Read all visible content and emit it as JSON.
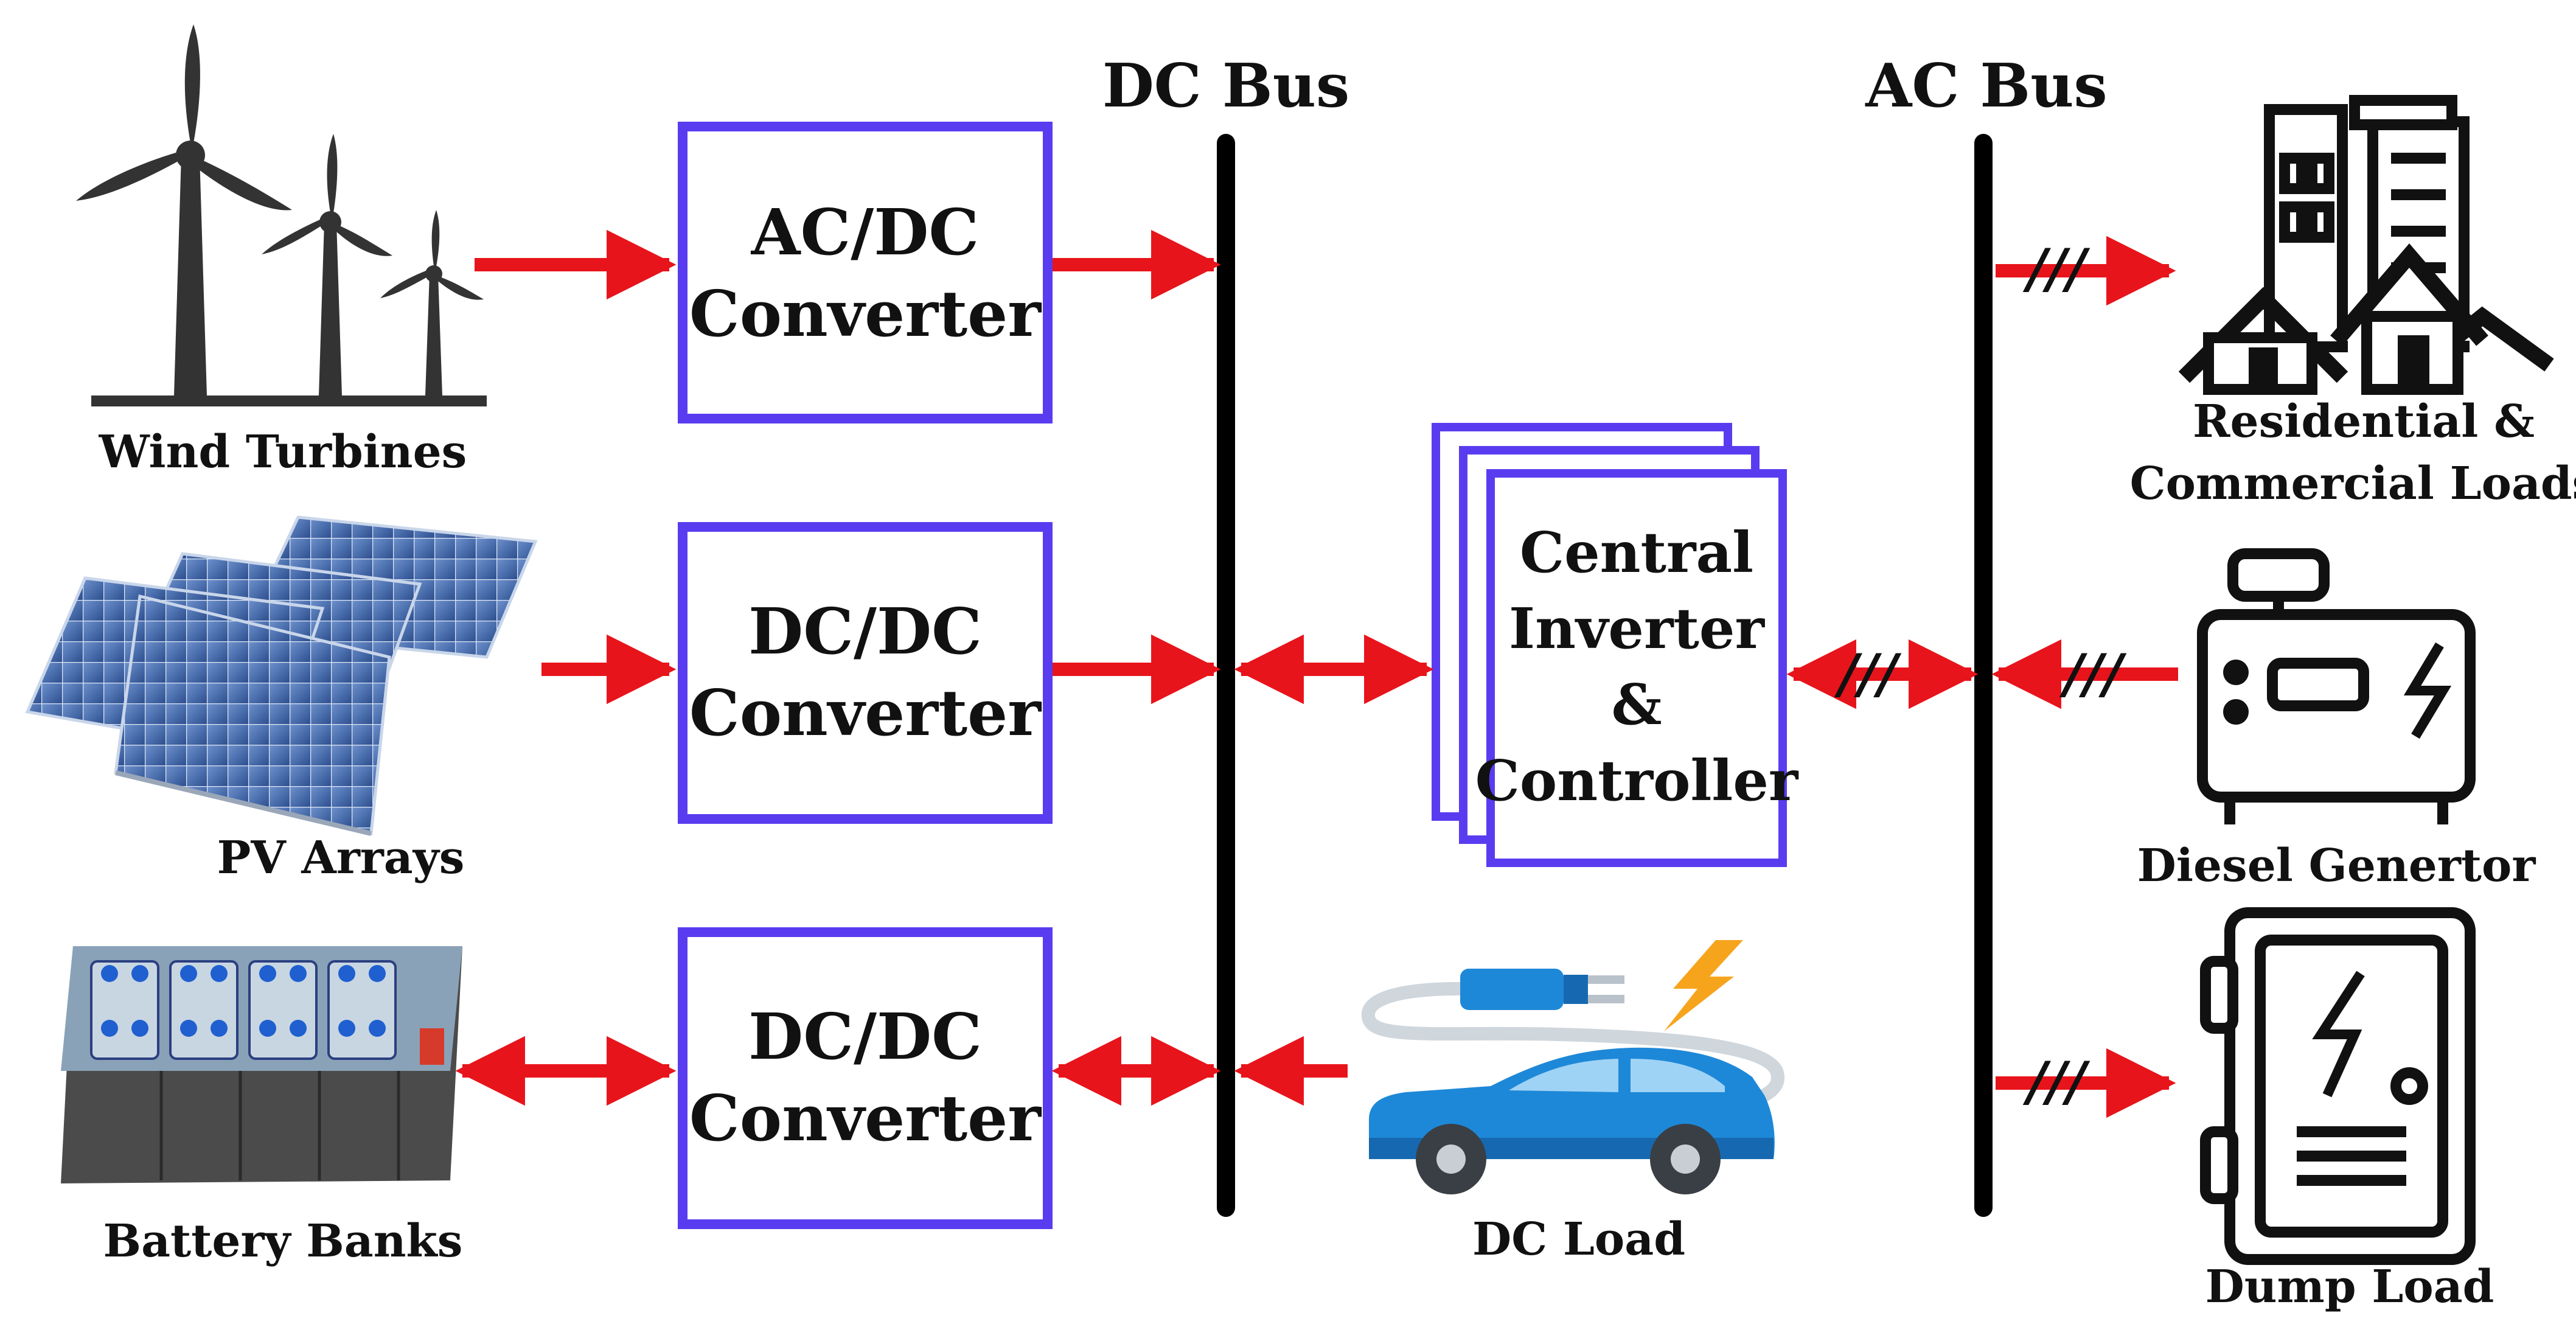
{
  "buses": {
    "dc": "DC Bus",
    "ac": "AC Bus"
  },
  "sources": {
    "wind": "Wind Turbines",
    "pv": "PV Arrays",
    "battery": "Battery Banks"
  },
  "converters": {
    "acdc": {
      "line1": "AC/DC",
      "line2": "Converter"
    },
    "dcdc_pv": {
      "line1": "DC/DC",
      "line2": "Converter"
    },
    "dcdc_batt": {
      "line1": "DC/DC",
      "line2": "Converter"
    }
  },
  "inverter": {
    "line1": "Central",
    "line2": "Inverter",
    "line3": "&",
    "line4": "Controller"
  },
  "loads": {
    "dc_load": "DC Load",
    "res_line1": "Residential &",
    "res_line2": "Commercial Loads",
    "diesel": "Diesel Genertor",
    "dump": "Dump Load"
  },
  "phase_mark": "///",
  "colors": {
    "arrow": "#e8141b",
    "box_border": "#5a3cf0",
    "bus": "#000000",
    "icon": "#111111",
    "pv_panel": "#3d64a8",
    "ev_body": "#1e88d8",
    "bolt": "#f7a41d"
  },
  "icons": {
    "wind": "wind-turbines-icon",
    "pv": "solar-panel-icon",
    "battery": "battery-bank-icon",
    "ev": "electric-car-icon",
    "buildings": "buildings-icon",
    "generator": "diesel-generator-icon",
    "dump": "dump-load-icon"
  }
}
